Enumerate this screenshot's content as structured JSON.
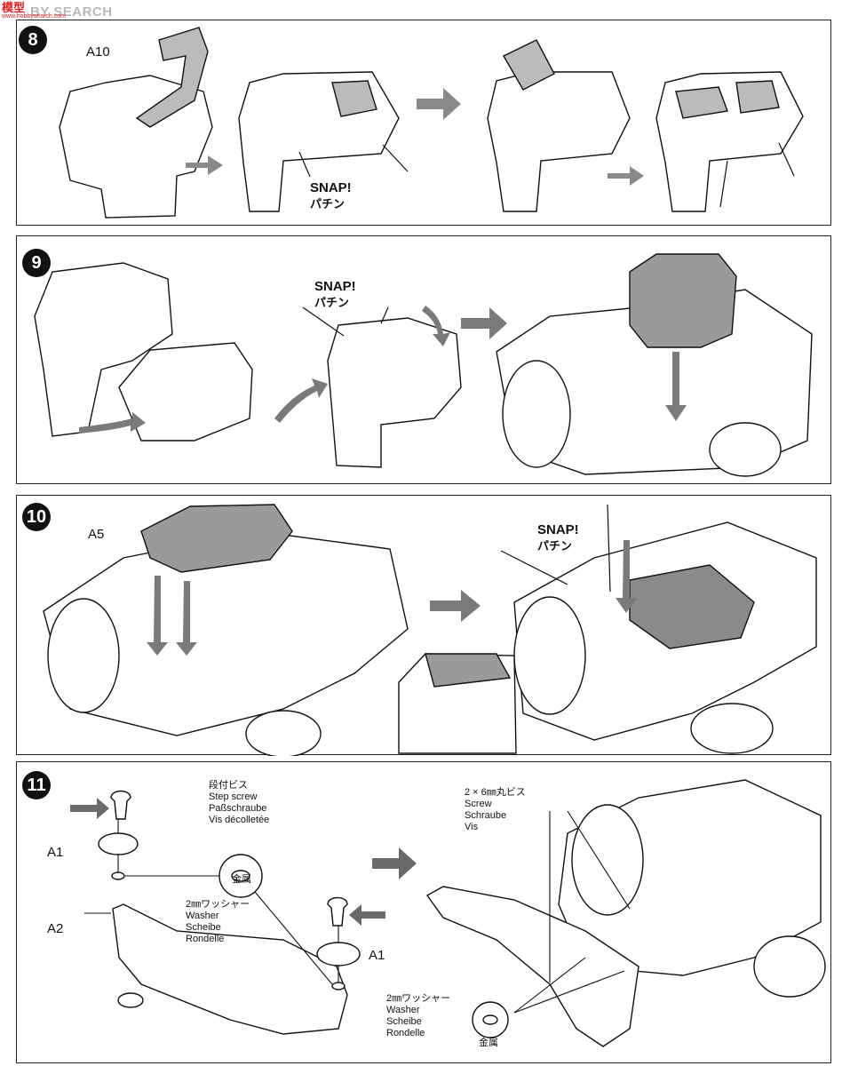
{
  "watermark": {
    "logo_text": "模型",
    "logo_sub": "www.hobbysearch.com",
    "site": "BY SEARCH"
  },
  "steps": [
    {
      "number": "8"
    },
    {
      "number": "9"
    },
    {
      "number": "10"
    },
    {
      "number": "11"
    }
  ],
  "step8": {
    "part_label": "A10",
    "snap_en": "SNAP!",
    "snap_jp": "パチン"
  },
  "step9": {
    "snap_en": "SNAP!",
    "snap_jp": "パチン"
  },
  "step10": {
    "part_label": "A5",
    "snap_en": "SNAP!",
    "snap_jp": "パチン"
  },
  "step11": {
    "step_screw": {
      "jp": "段付ビス",
      "en": "Step screw",
      "de": "Paßschraube",
      "fr": "Vis décolletée"
    },
    "washer_left": {
      "jp": "2㎜ワッシャー",
      "en": "Washer",
      "de": "Scheibe",
      "fr": "Rondelle"
    },
    "metal_left": "金属",
    "part_a1_left": "A1",
    "part_a1_right": "A1",
    "part_a2": "A2",
    "screw": {
      "jp": "2 × 6㎜丸ビス",
      "en": "Screw",
      "de": "Schraube",
      "fr": "Vis"
    },
    "washer_right": {
      "jp": "2㎜ワッシャー",
      "en": "Washer",
      "de": "Scheibe",
      "fr": "Rondelle"
    },
    "metal_right": "金属"
  },
  "colors": {
    "ink": "#111111",
    "arrow_gray": "#8a8a8a",
    "part_gray": "#6a6a6a",
    "watermark_red": "#e02020",
    "watermark_gray": "#b8b8b8"
  }
}
